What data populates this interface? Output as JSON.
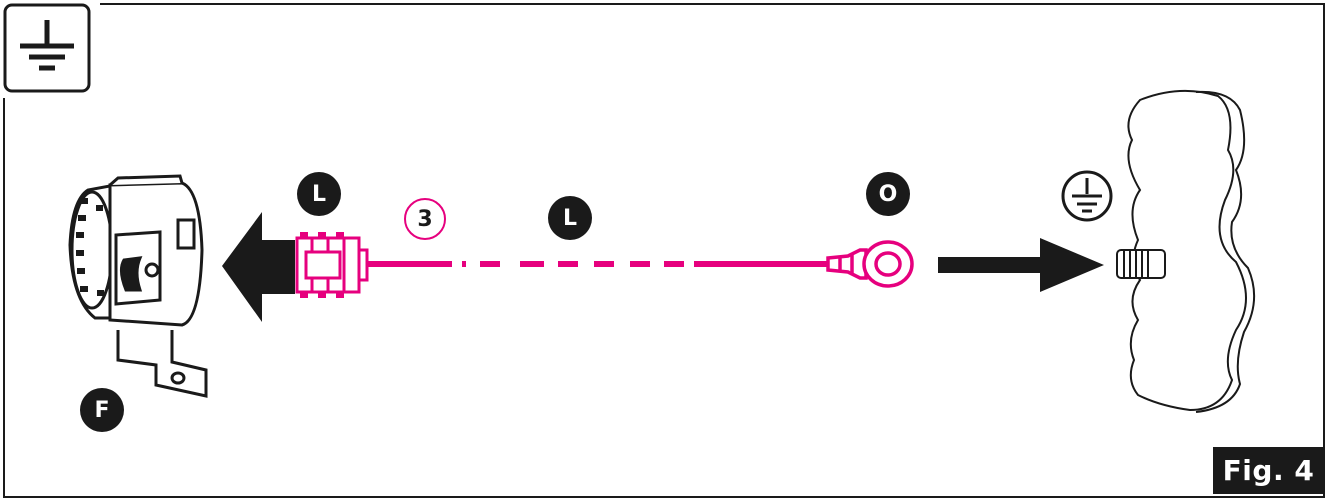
{
  "figure": {
    "label": "Fig. 4",
    "symbol": "ground-icon",
    "accent_color": "#e6007e",
    "dark_color": "#1a1a1a"
  },
  "badges": {
    "connector_top": "L",
    "cable_number": "3",
    "cable_label": "L",
    "terminal_label": "O",
    "device_label": "F"
  }
}
